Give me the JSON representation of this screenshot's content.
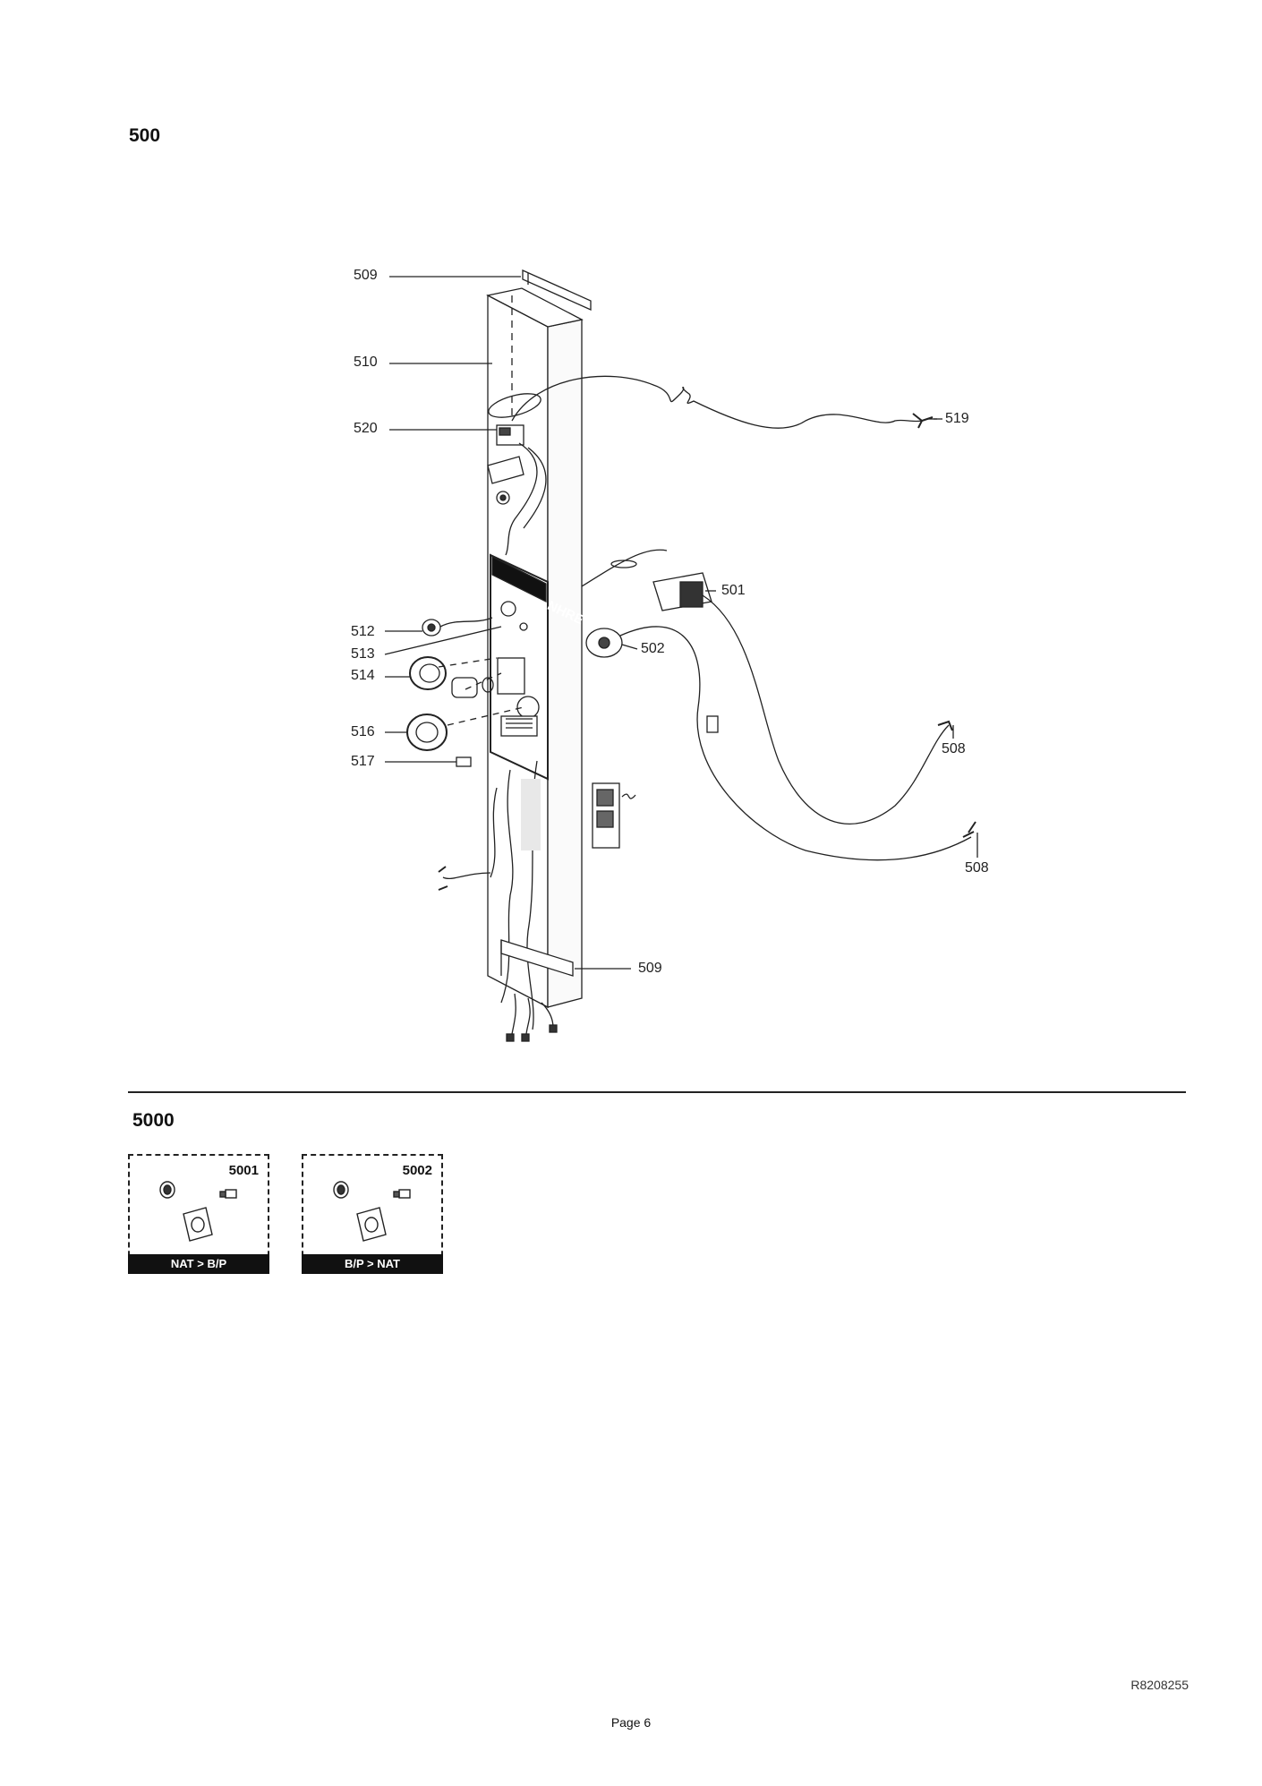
{
  "section_main": {
    "title": "500"
  },
  "callouts": {
    "c509_top": "509",
    "c510": "510",
    "c520": "520",
    "c519": "519",
    "c501": "501",
    "c502": "502",
    "c512": "512",
    "c513": "513",
    "c514": "514",
    "c516": "516",
    "c517": "517",
    "c508_a": "508",
    "c508_b": "508",
    "c509_bottom": "509"
  },
  "panel_logo": "NHRE",
  "section_kits": {
    "title": "5000",
    "kits": [
      {
        "number": "5001",
        "caption": "NAT > B/P"
      },
      {
        "number": "5002",
        "caption": "B/P > NAT"
      }
    ]
  },
  "footer": {
    "reference": "R8208255",
    "page": "Page 6"
  }
}
